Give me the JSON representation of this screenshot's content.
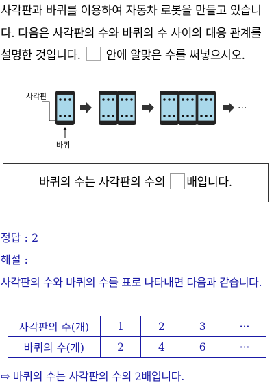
{
  "problem": {
    "text_before": "사각판과 바퀴를 이용하여 자동차 로봇을 만들고 있습니다. 다음은 사각판의 수와 바퀴의 수 사이의 대응 관계를 설명한 것입니다.",
    "text_after": "안에 알맞은 수를 써넣으시오."
  },
  "illustration": {
    "plate_label": "사각판",
    "wheel_label": "바퀴",
    "ellipsis": "···"
  },
  "statement": {
    "before": "바퀴의 수는 사각판의 수의",
    "after": "배입니다."
  },
  "answer": {
    "label": "정답 : 2"
  },
  "explanation": {
    "label": "해설 :",
    "body": "사각판의 수와 바퀴의 수를 표로 나타내면 다음과 같습니다.",
    "table": {
      "rows": [
        {
          "header": "사각판의 수(개)",
          "cells": [
            "1",
            "2",
            "3",
            "···"
          ]
        },
        {
          "header": "바퀴의 수(개)",
          "cells": [
            "2",
            "4",
            "6",
            "···"
          ]
        }
      ]
    },
    "conclusion": "⇨ 바퀴의 수는 사각판의 수의 2배입니다."
  },
  "colors": {
    "answer_text": "#1a1aa6",
    "plate_fill": "#a9d8ea",
    "wheel_fill": "#222222"
  }
}
